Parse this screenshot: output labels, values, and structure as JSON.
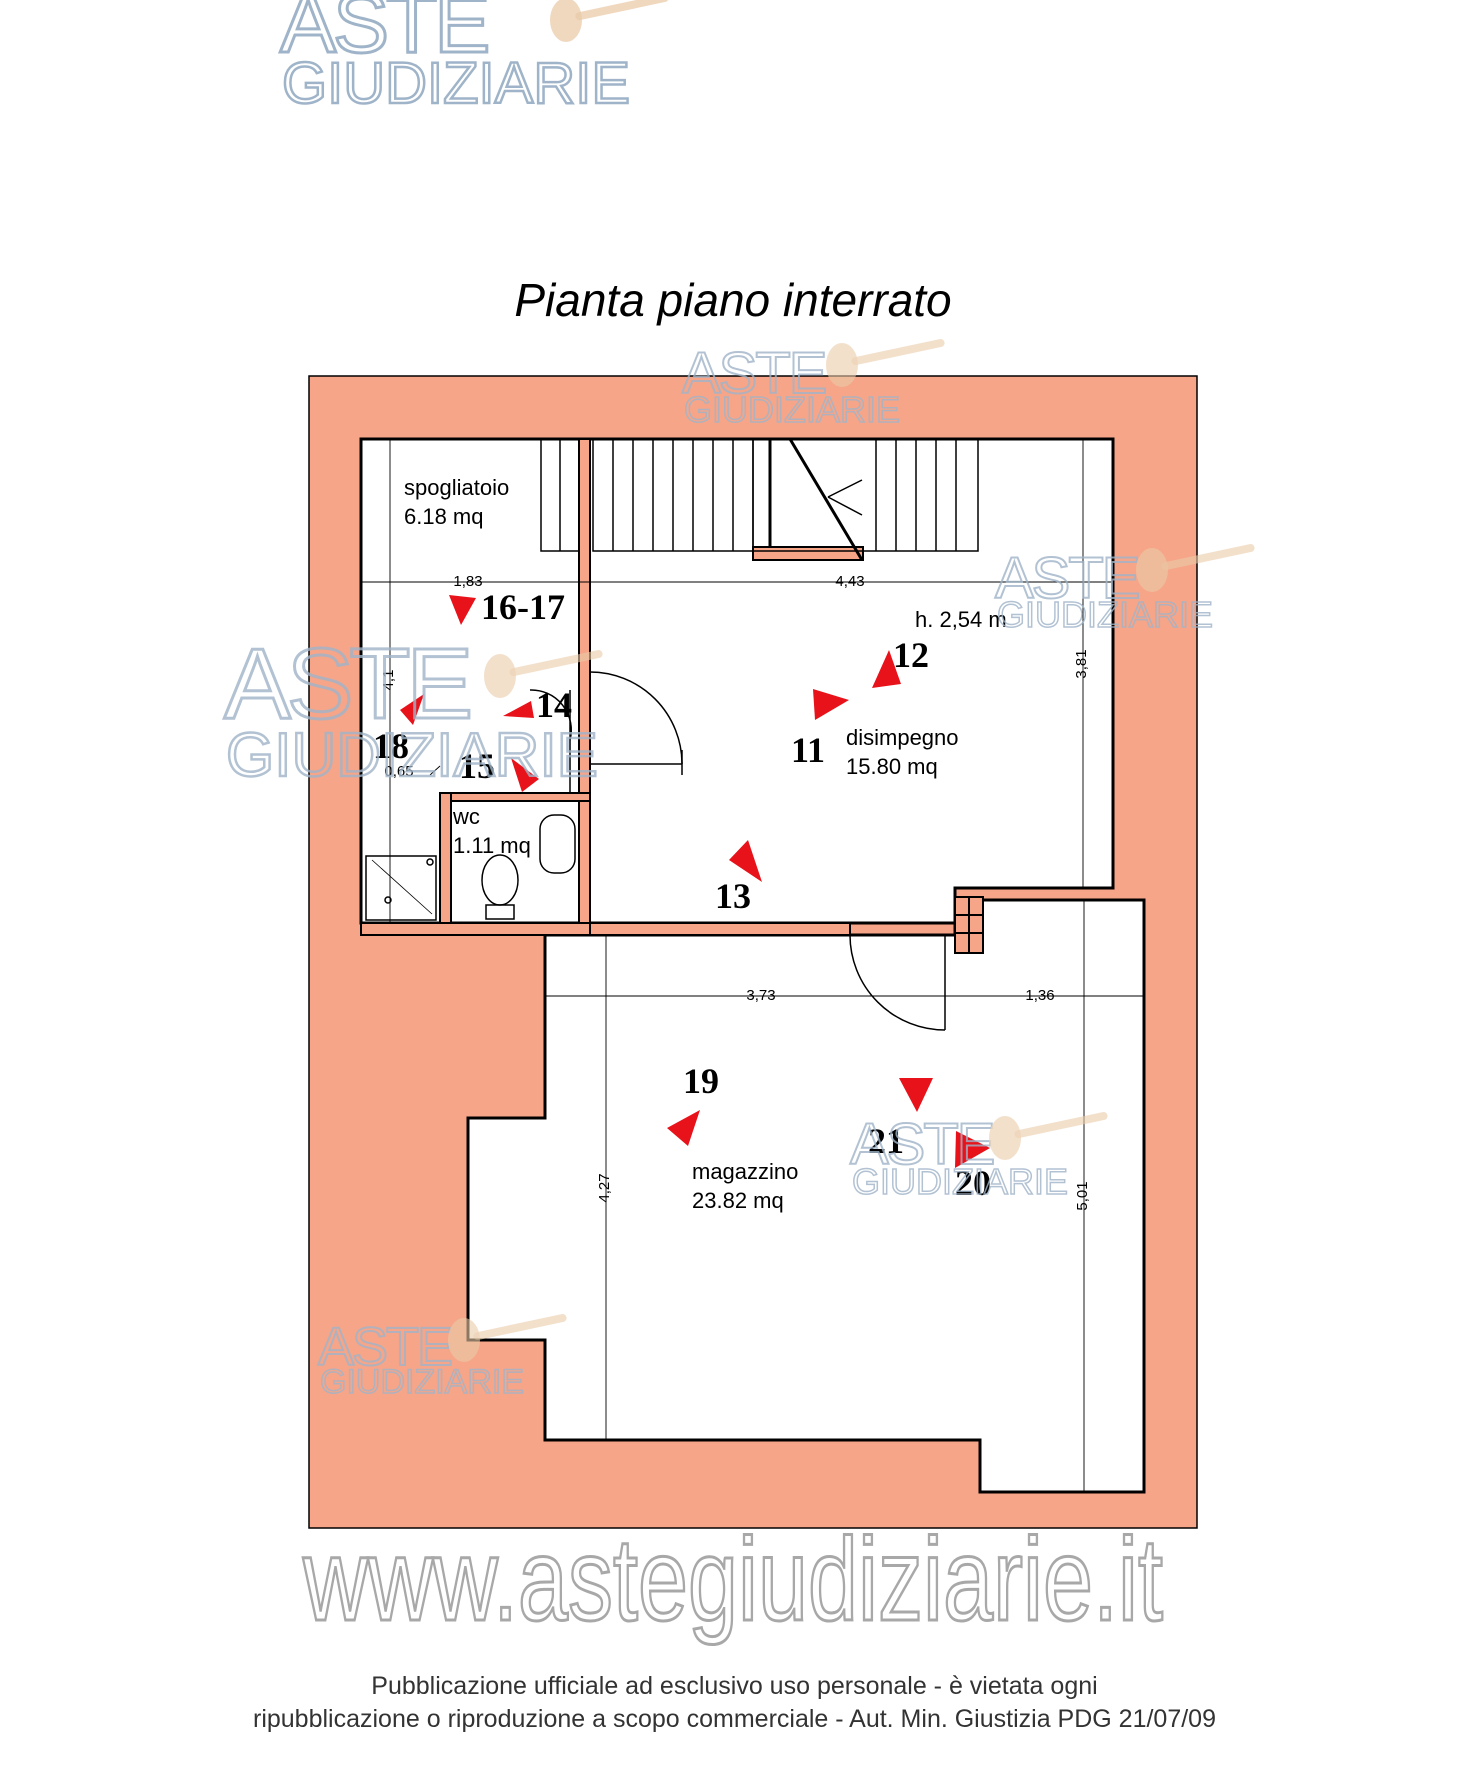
{
  "title": "Pianta piano interrato",
  "watermark": {
    "aste": "ASTE",
    "giudiziarie": "GIUDIZIARIE",
    "website": "www.astegiudiziarie.it"
  },
  "rooms": [
    {
      "name": "spogliatoio",
      "area": "6.18 mq"
    },
    {
      "name": "disimpegno",
      "area": "15.80 mq"
    },
    {
      "name": "wc",
      "area": "1.11 mq"
    },
    {
      "name": "magazzino",
      "area": "23.82 mq"
    }
  ],
  "height_label": "h. 2,54 m",
  "dimensions": [
    "1,83",
    "4,43",
    "4,1",
    "3,81",
    "0,65",
    "3,73",
    "1,36",
    "4,27",
    "5,01"
  ],
  "photo_points": [
    "11",
    "12",
    "13",
    "14",
    "15",
    "16-17",
    "18",
    "19",
    "20",
    "21"
  ],
  "footer": {
    "line1": "Pubblicazione ufficiale ad esclusivo uso personale - è vietata ogni",
    "line2": "ripubblicazione o riproduzione a scopo commerciale - Aut. Min. Giustizia PDG 21/07/09"
  },
  "colors": {
    "wall_fill": "#F6A588",
    "line": "#000000",
    "marker": "#E8121A",
    "watermark": "#9FB4C9"
  }
}
